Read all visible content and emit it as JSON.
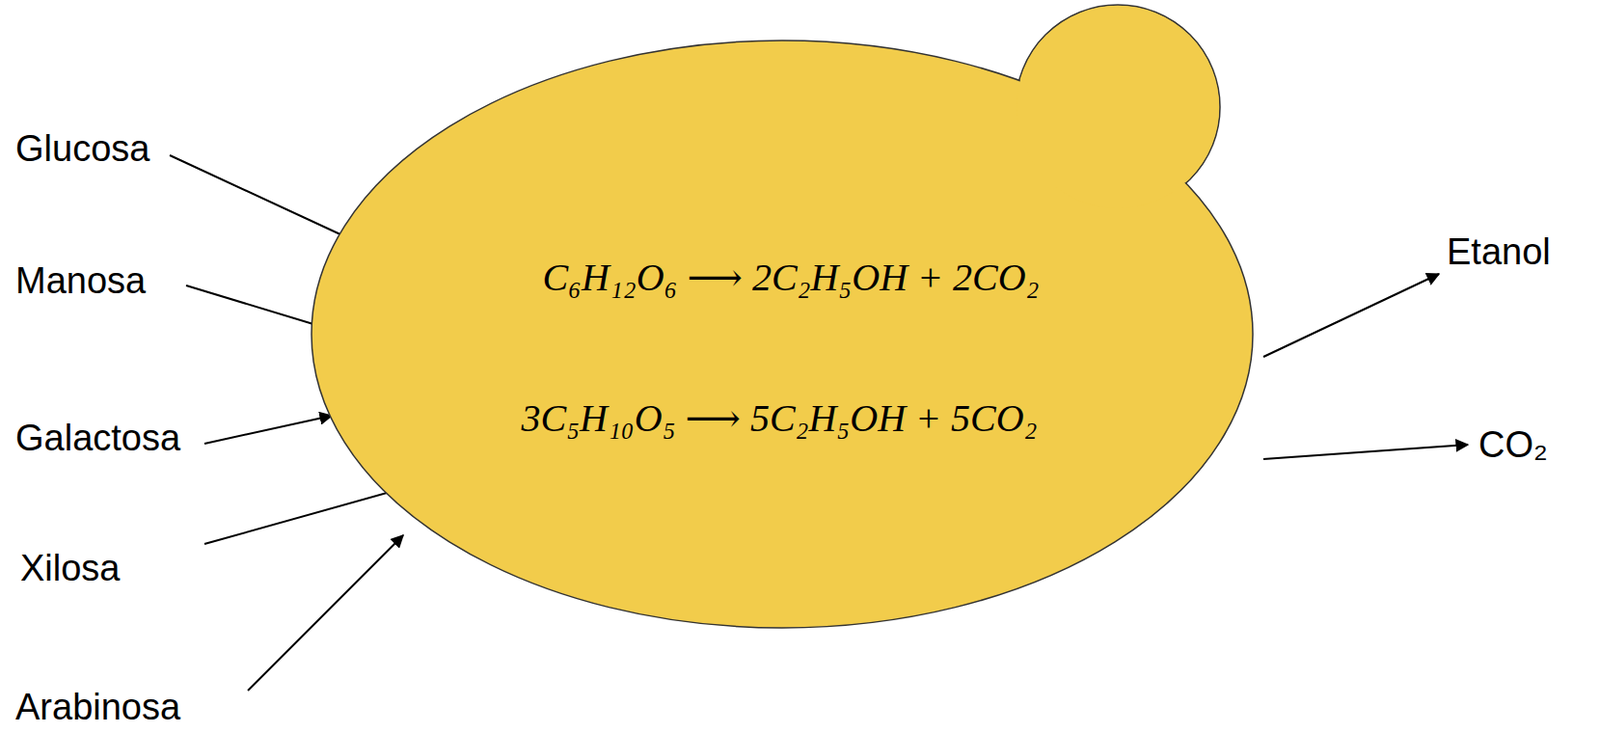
{
  "diagram": {
    "nodes": [
      {
        "text": [
          "C₆H₁₂O₆ ⟶ 2C₂H₅OH + 2CO₂",
          "3C₅H₁₀O₅ ⟶ 5C₂H₅OH + 5CO₂"
        ]
      }
    ],
    "labels": [
      "Glucosa",
      "Manosa",
      "Galactosa",
      "Xilosa",
      "Arabinosa",
      "Etanol",
      "CO₂"
    ]
  }
}
